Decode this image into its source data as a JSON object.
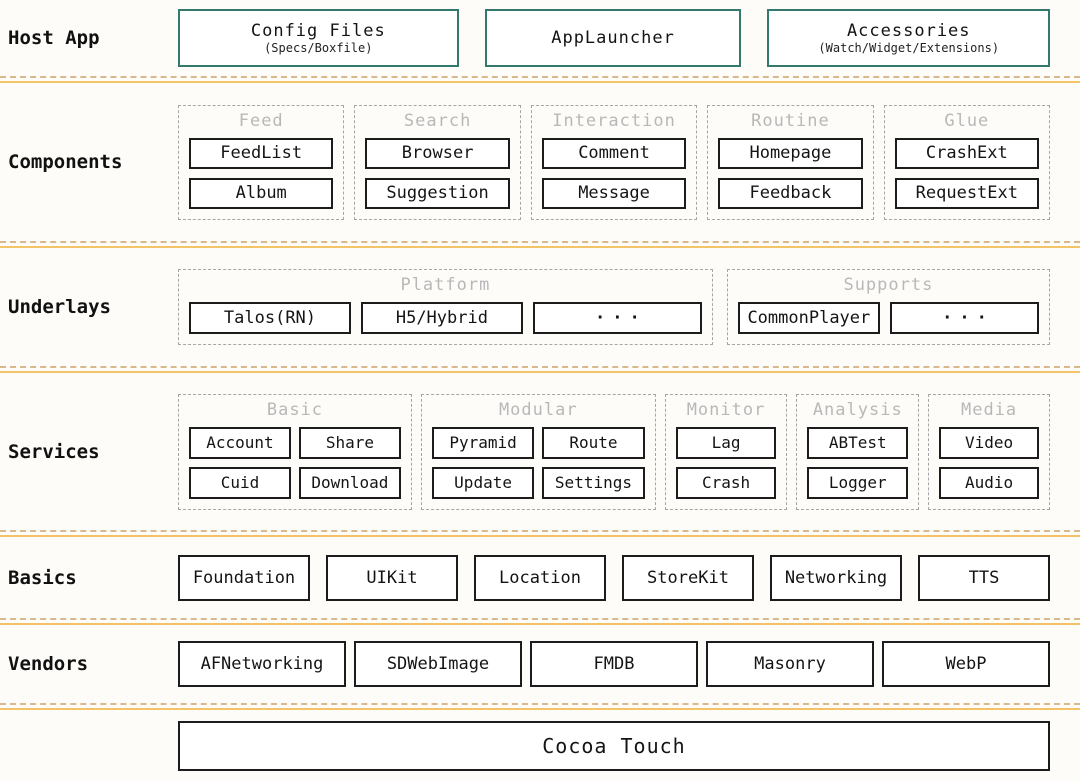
{
  "colors": {
    "teal_border": "#35796e",
    "black_border": "#1c1c1c",
    "group_dashed_border": "#a6a6a6",
    "group_title_gray": "#b8b8b8",
    "divider_dashed": "#d9b98c",
    "divider_solid": "#f2c467",
    "background": "#fdfcf9"
  },
  "host": {
    "label": "Host App",
    "boxes": [
      {
        "title": "Config Files",
        "subtitle": "(Specs/Boxfile)"
      },
      {
        "title": "AppLauncher",
        "subtitle": ""
      },
      {
        "title": "Accessories",
        "subtitle": "(Watch/Widget/Extensions)"
      }
    ]
  },
  "components": {
    "label": "Components",
    "groups": [
      {
        "title": "Feed",
        "items": [
          "FeedList",
          "Album"
        ]
      },
      {
        "title": "Search",
        "items": [
          "Browser",
          "Suggestion"
        ]
      },
      {
        "title": "Interaction",
        "items": [
          "Comment",
          "Message"
        ]
      },
      {
        "title": "Routine",
        "items": [
          "Homepage",
          "Feedback"
        ]
      },
      {
        "title": "Glue",
        "items": [
          "CrashExt",
          "RequestExt"
        ]
      }
    ]
  },
  "underlays": {
    "label": "Underlays",
    "groups": [
      {
        "title": "Platform",
        "items": [
          "Talos(RN)",
          "H5/Hybrid",
          "···"
        ]
      },
      {
        "title": "Supports",
        "items": [
          "CommonPlayer",
          "···"
        ]
      }
    ]
  },
  "services": {
    "label": "Services",
    "groups": [
      {
        "title": "Basic",
        "items": [
          "Account",
          "Share",
          "Cuid",
          "Download"
        ]
      },
      {
        "title": "Modular",
        "items": [
          "Pyramid",
          "Route",
          "Update",
          "Settings"
        ]
      },
      {
        "title": "Monitor",
        "items": [
          "Lag",
          "Crash"
        ]
      },
      {
        "title": "Analysis",
        "items": [
          "ABTest",
          "Logger"
        ]
      },
      {
        "title": "Media",
        "items": [
          "Video",
          "Audio"
        ]
      }
    ]
  },
  "basics": {
    "label": "Basics",
    "items": [
      "Foundation",
      "UIKit",
      "Location",
      "StoreKit",
      "Networking",
      "TTS"
    ]
  },
  "vendors": {
    "label": "Vendors",
    "items": [
      "AFNetworking",
      "SDWebImage",
      "FMDB",
      "Masonry",
      "WebP"
    ]
  },
  "foundation_layer": {
    "label": "Cocoa Touch"
  }
}
